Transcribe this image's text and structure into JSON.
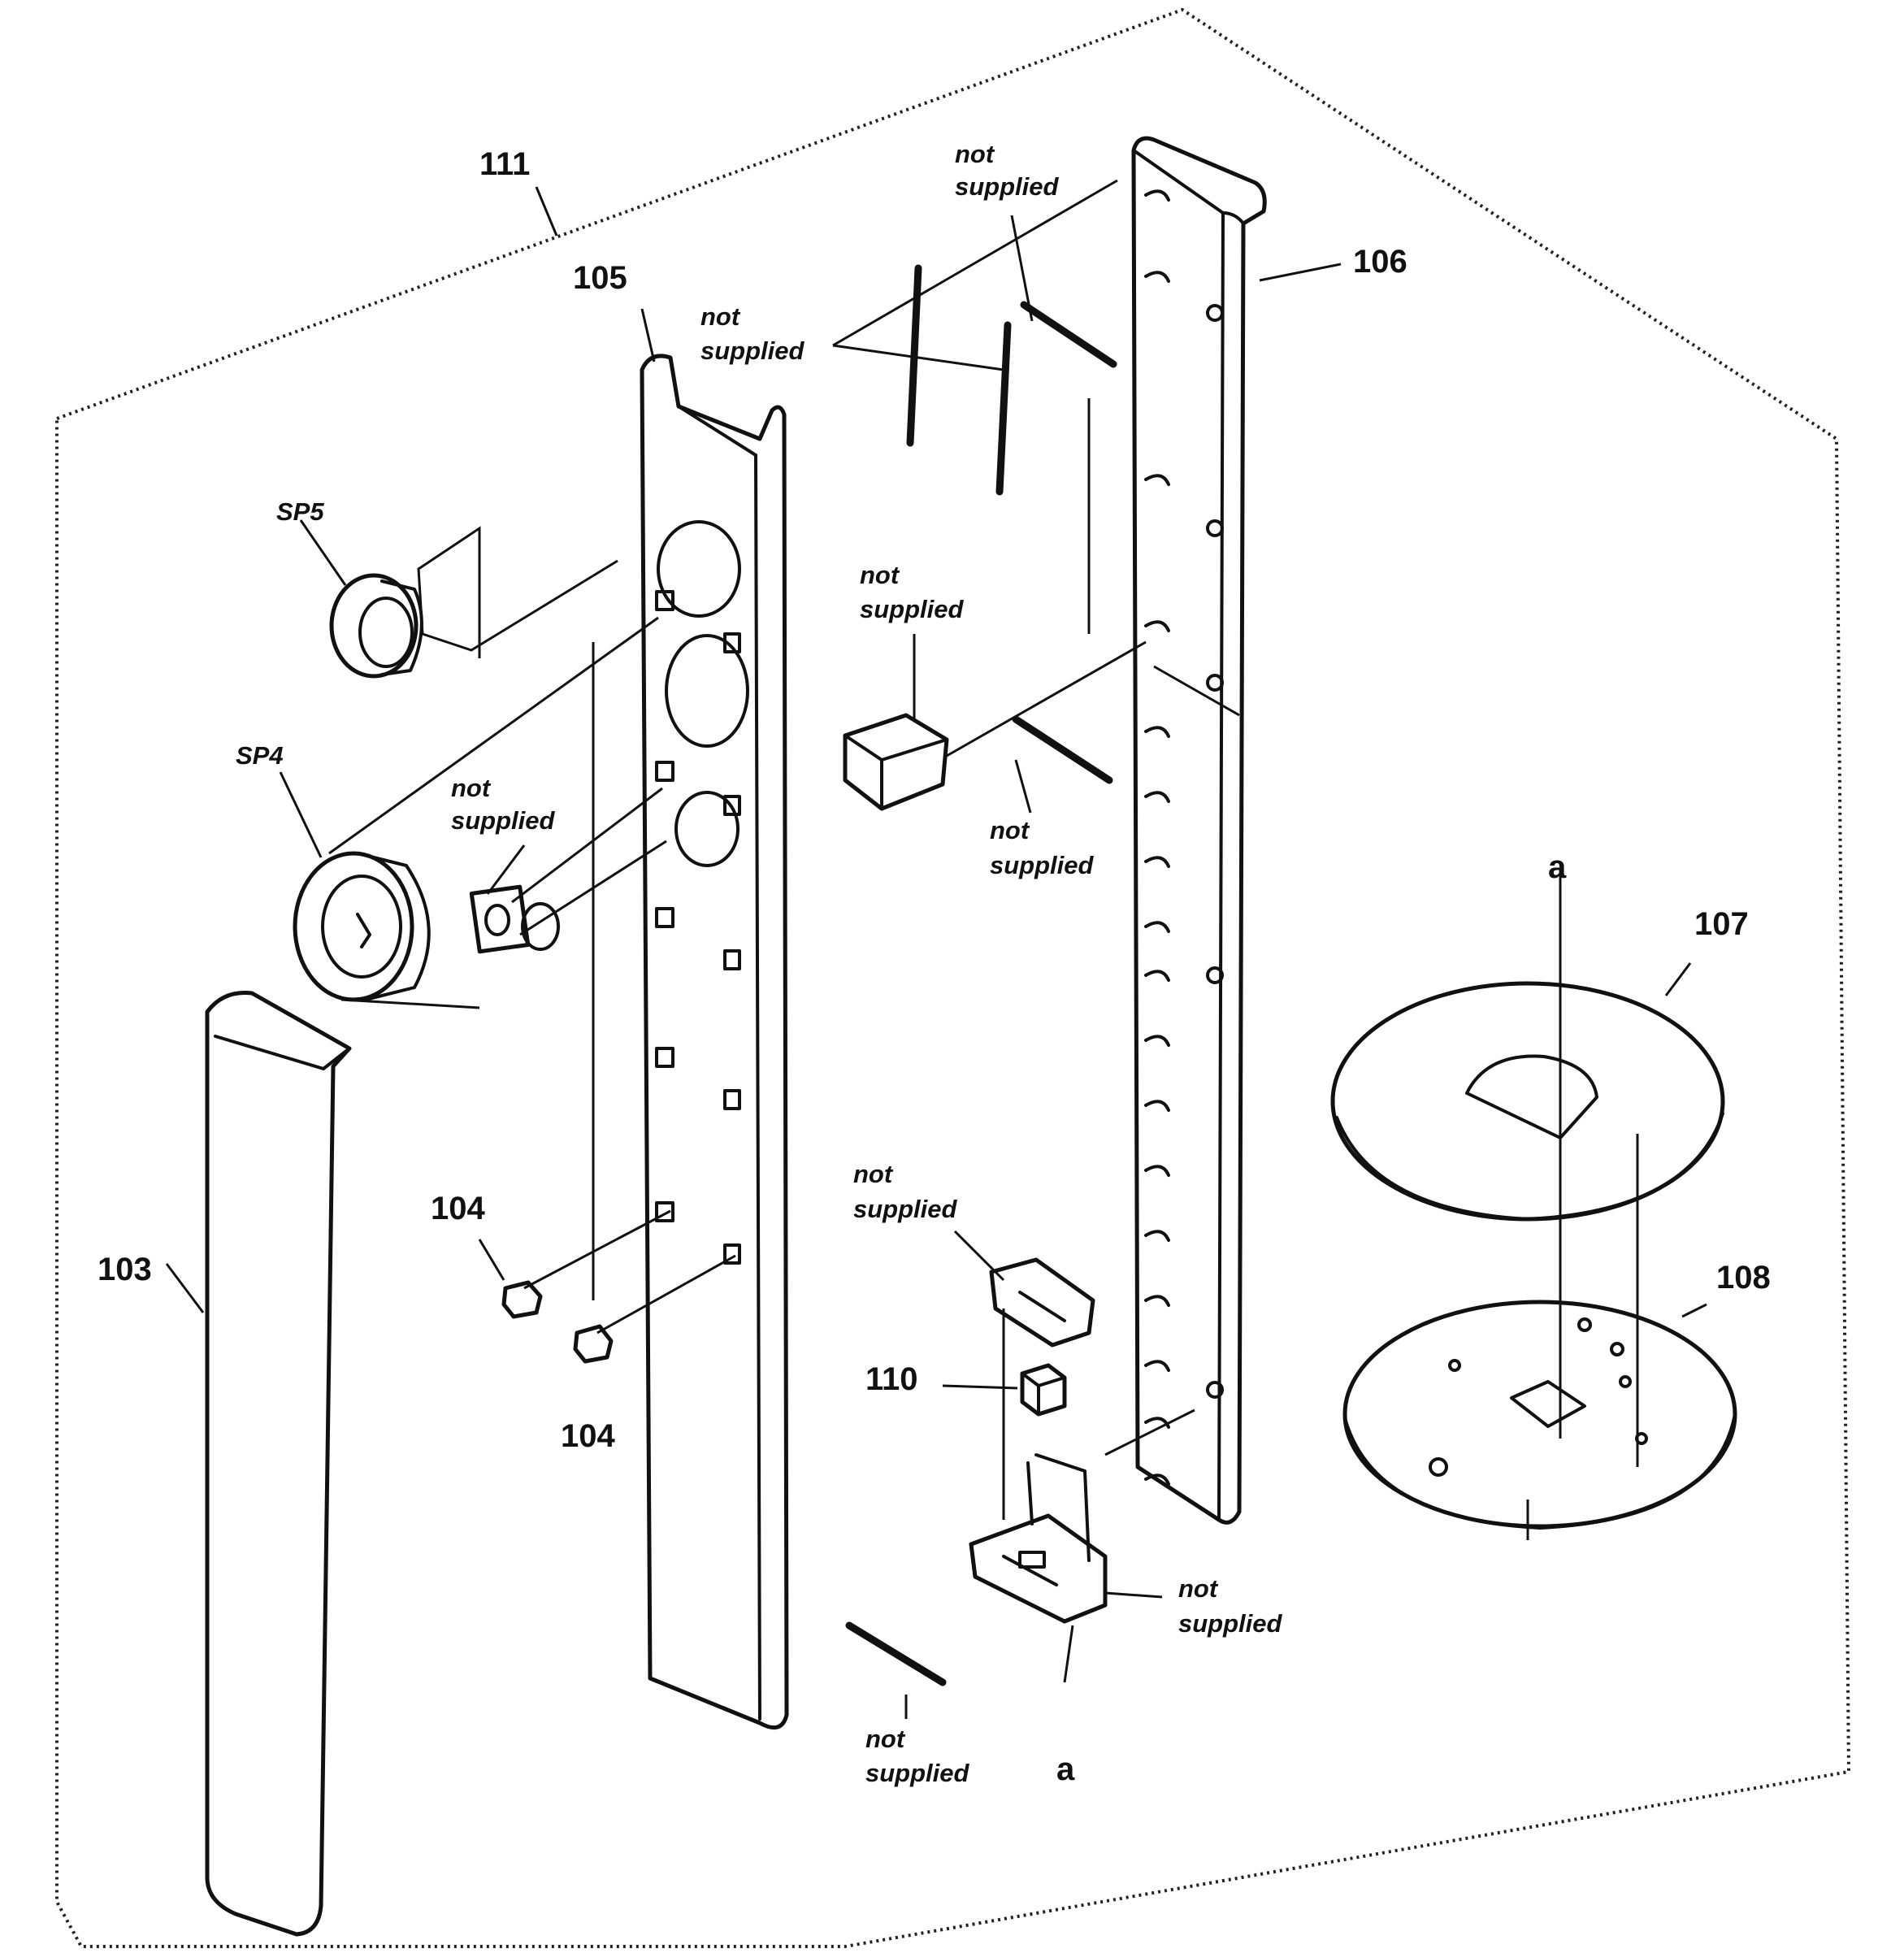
{
  "labels": {
    "l111": "111",
    "l105": "105",
    "l106": "106",
    "l107": "107",
    "l108": "108",
    "l103": "103",
    "l104a": "104",
    "l104b": "104",
    "l110": "110",
    "sp5": "SP5",
    "sp4": "SP4",
    "a_top": "a",
    "a_bottom": "a"
  },
  "not_supplied": {
    "line1": "not",
    "line2": "supplied"
  }
}
